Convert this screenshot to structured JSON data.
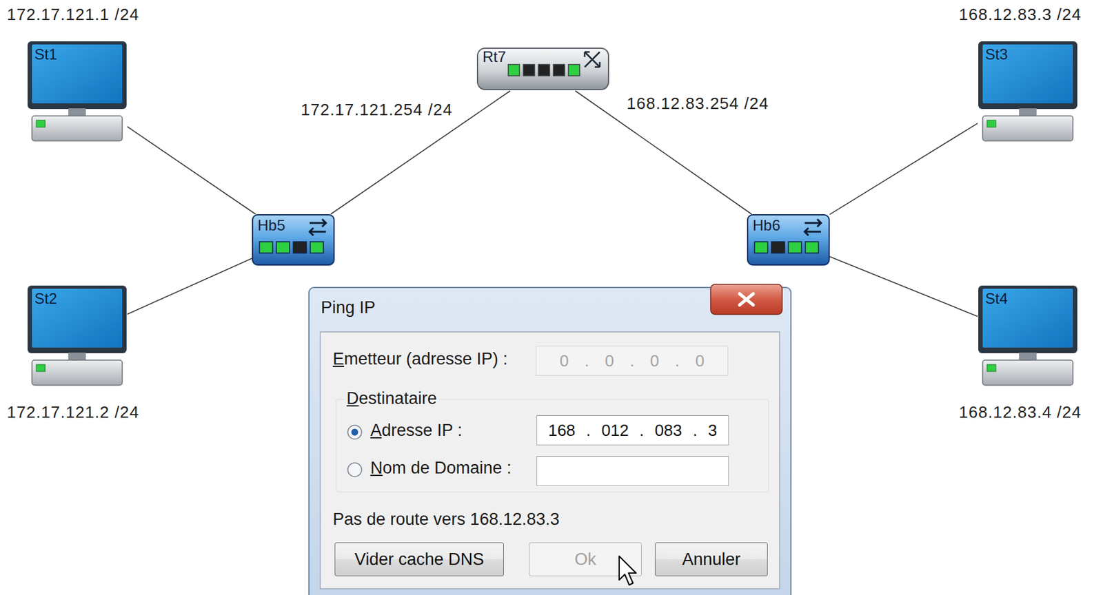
{
  "diagram": {
    "nodes": [
      {
        "text": [
          "St1",
          "172.17.121.1 /24"
        ]
      },
      {
        "text": [
          "Rt7"
        ]
      },
      {
        "text": [
          "St3",
          "168.12.83.3 /24"
        ]
      },
      {
        "text": [
          "Hb5"
        ]
      },
      {
        "text": [
          "Hb6"
        ]
      },
      {
        "text": [
          "St2",
          "172.17.121.2 /24"
        ]
      },
      {
        "text": [
          "St4",
          "168.12.83.4 /24"
        ]
      },
      {
        "text": [
          "Ping IP"
        ]
      },
      {
        "text": [
          "0 . 0 . 0 . 0"
        ],
        "in": 7
      },
      {
        "text": [
          "Destinataire"
        ],
        "in": 7
      },
      {
        "text": [
          "168 . 012 . 083 . 3"
        ],
        "in": 9
      },
      {
        "text": [
          "Vider cache DNS"
        ],
        "in": 7
      },
      {
        "text": [
          "Ok"
        ],
        "in": 7
      },
      {
        "text": [
          "Annuler"
        ],
        "in": 7
      }
    ],
    "edges": [
      {
        "from": 0,
        "to": 3,
        "arrow": "none"
      },
      {
        "from": 5,
        "to": 3,
        "arrow": "none"
      },
      {
        "from": 3,
        "to": 1,
        "label": "172.17.121.254 /24",
        "arrow": "none"
      },
      {
        "from": 1,
        "to": 4,
        "label": "168.12.83.254 /24",
        "arrow": "none"
      },
      {
        "from": 4,
        "to": 2,
        "arrow": "none"
      },
      {
        "from": 4,
        "to": 6,
        "arrow": "none"
      }
    ],
    "labels": [
      "Emetteur (adresse IP) :",
      "Adresse IP :",
      "Nom de Domaine :",
      "Pas de route vers 168.12.83.3"
    ]
  }
}
